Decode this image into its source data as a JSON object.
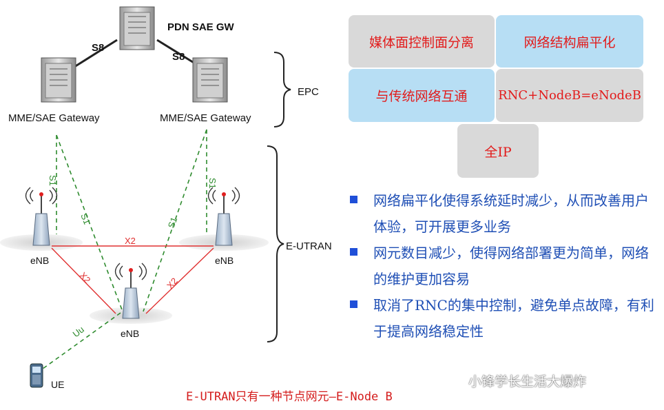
{
  "nodes": {
    "pdn_gw": "PDN SAE GW",
    "mme_left": "MME/SAE Gateway",
    "mme_right": "MME/SAE Gateway",
    "enb_left": "eNB",
    "enb_right": "eNB",
    "enb_center": "eNB",
    "ue": "UE"
  },
  "links": {
    "s8_left": "S8",
    "s8_right": "S8",
    "s1": "S1",
    "x2": "X2",
    "uu": "Uu"
  },
  "groups": {
    "epc": "EPC",
    "eutran": "E-UTRAN"
  },
  "features": [
    "媒体面控制面分离",
    "网络结构扁平化",
    "与传统网络互通",
    "RNC+NodeB=eNodeB",
    "全IP"
  ],
  "bullets": [
    "网络扁平化使得系统延时减少，从而改善用户体验，可开展更多业务",
    "网元数目减少，使得网络部署更为简单，网络的维护更加容易",
    "取消了RNC的集中控制，避免单点故障，有利于提高网络稳定性"
  ],
  "caption": "E-UTRAN只有一种节点网元—E-Node B",
  "watermark": "小锋学长生活大爆炸",
  "colors": {
    "feature_text": "#e21b1b",
    "feature_grey": "#d9d9d9",
    "feature_blue": "#b7def4",
    "bullet_text": "#1f4fb5",
    "s1_line": "#2e8b2e",
    "x2_line": "#e03030"
  }
}
